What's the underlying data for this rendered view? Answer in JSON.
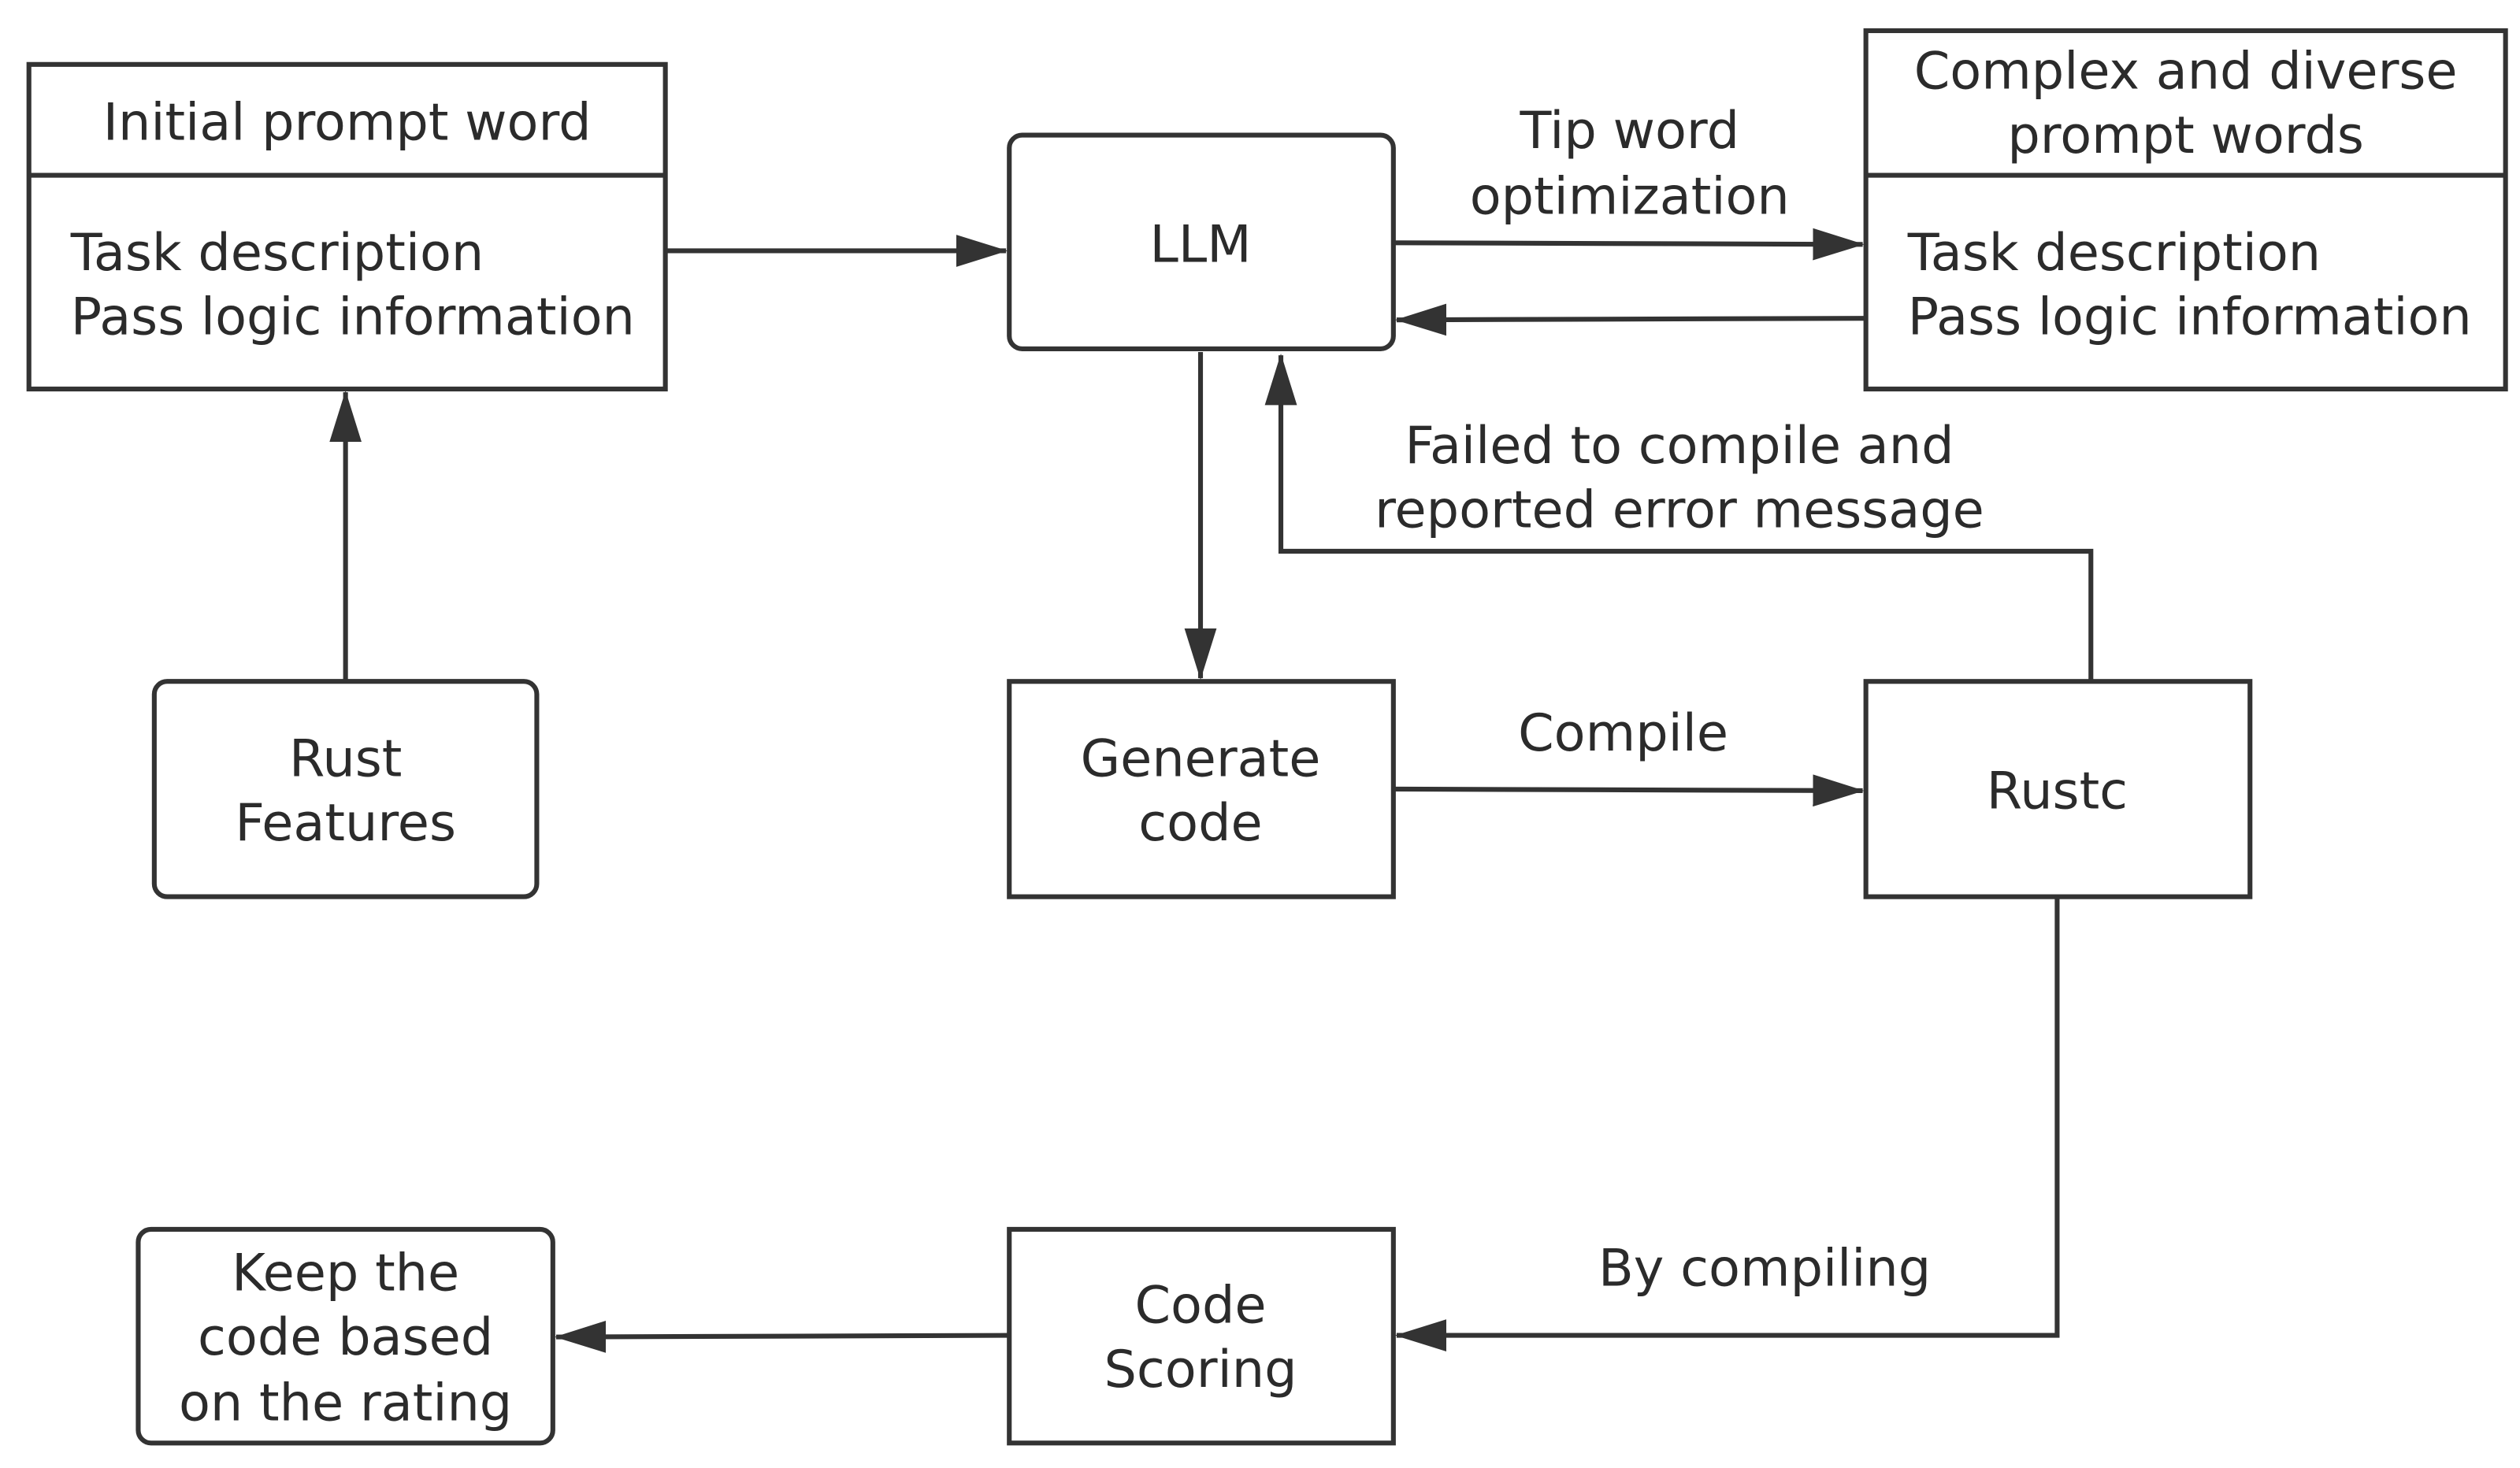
{
  "colors": {
    "stroke": "#333333",
    "text": "#2b2b2b",
    "box_fill": "#ffffff",
    "background": "#ffffff"
  },
  "boxes": {
    "initial_prompt": {
      "header": "Initial prompt word",
      "body_line1": "Task description",
      "body_line2": "Pass logic information"
    },
    "llm": {
      "label": "LLM"
    },
    "complex_prompt": {
      "header_line1": "Complex and diverse",
      "header_line2": "prompt words",
      "body_line1": "Task description",
      "body_line2": "Pass logic information"
    },
    "rust_features": {
      "line1": "Rust",
      "line2": "Features"
    },
    "generate_code": {
      "line1": "Generate",
      "line2": "code"
    },
    "rustc": {
      "label": "Rustc"
    },
    "code_scoring": {
      "line1": "Code",
      "line2": "Scoring"
    },
    "keep_code": {
      "line1": "Keep the",
      "line2": "code based",
      "line3": "on the rating"
    }
  },
  "edge_labels": {
    "tip_optimization_line1": "Tip word",
    "tip_optimization_line2": "optimization",
    "failed_line1": "Failed to compile and",
    "failed_line2": "reported error message",
    "compile": "Compile",
    "by_compiling": "By compiling"
  }
}
